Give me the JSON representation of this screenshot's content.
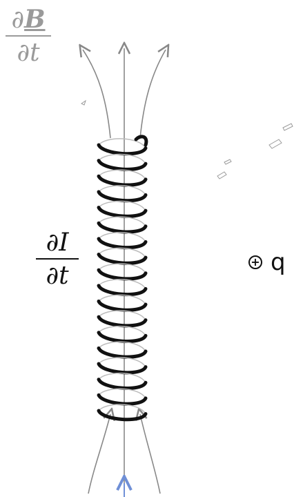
{
  "flux_rate": {
    "numerator_symbol": "∂",
    "numerator_var": "B",
    "denominator": "∂t"
  },
  "current_rate": {
    "numerator": "∂I",
    "denominator": "∂t"
  },
  "charge": {
    "symbol": "+",
    "label": "q",
    "icon": "plus-circle-icon"
  },
  "colors": {
    "field_lines": "#888888",
    "coil": "#111111",
    "flux_label": "#9a9a9a",
    "axis_arrow": "#6f8fd6"
  },
  "coil": {
    "turns": 18
  }
}
